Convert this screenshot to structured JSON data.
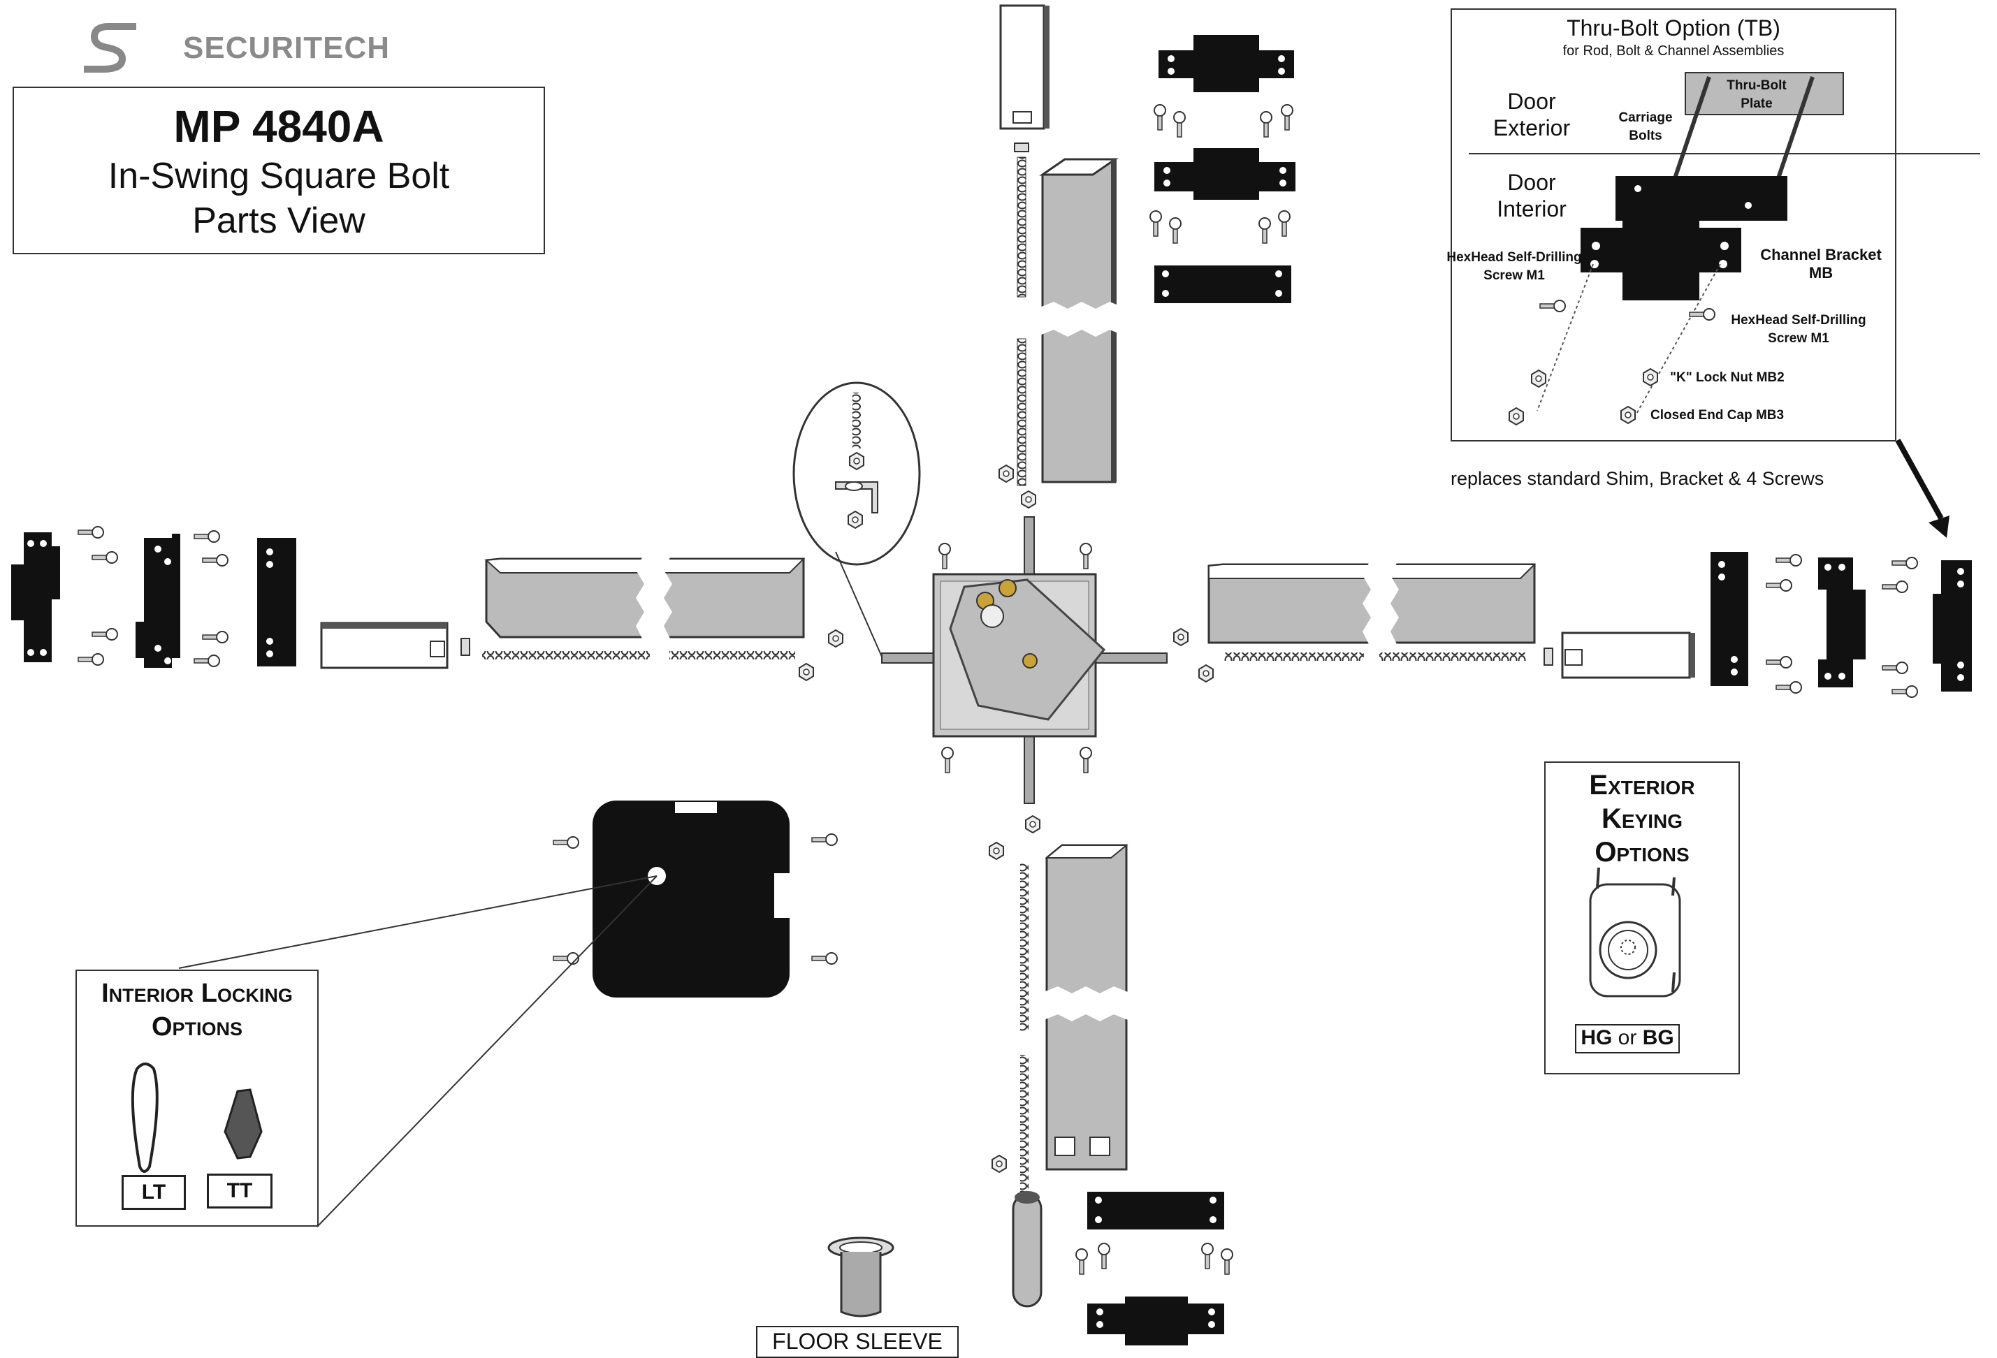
{
  "brand": {
    "name": "SECURITECH"
  },
  "title_block": {
    "model": "MP 4840A",
    "line1": "In-Swing Square Bolt",
    "line2": "Parts View"
  },
  "thru_bolt": {
    "title": "Thru-Bolt Option (TB)",
    "subtitle": "for Rod, Bolt & Channel Assemblies",
    "door_exterior": [
      "Door",
      "Exterior"
    ],
    "door_interior": [
      "Door",
      "Interior"
    ],
    "carriage_bolts": [
      "Carriage",
      "Bolts"
    ],
    "plate_label": [
      "Thru-Bolt",
      "Plate"
    ],
    "hexhead_left": [
      "HexHead Self-Drilling",
      "Screw M1"
    ],
    "channel_bracket": [
      "Channel Bracket",
      "MB"
    ],
    "hexhead_right": [
      "HexHead Self-Drilling",
      "Screw M1"
    ],
    "lock_nut": "\"K\" Lock Nut MB2",
    "end_cap": "Closed End Cap MB3",
    "note": "replaces standard Shim, Bracket & 4 Screws"
  },
  "exterior_keying": {
    "title": [
      "Exterior",
      "Keying",
      "Options"
    ],
    "hg": "HG",
    "or": "or",
    "bg": "BG"
  },
  "interior_locking": {
    "title": [
      "Interior Locking",
      "Options"
    ],
    "lt": "LT",
    "tt": "TT"
  },
  "floor_sleeve": "FLOOR SLEEVE"
}
